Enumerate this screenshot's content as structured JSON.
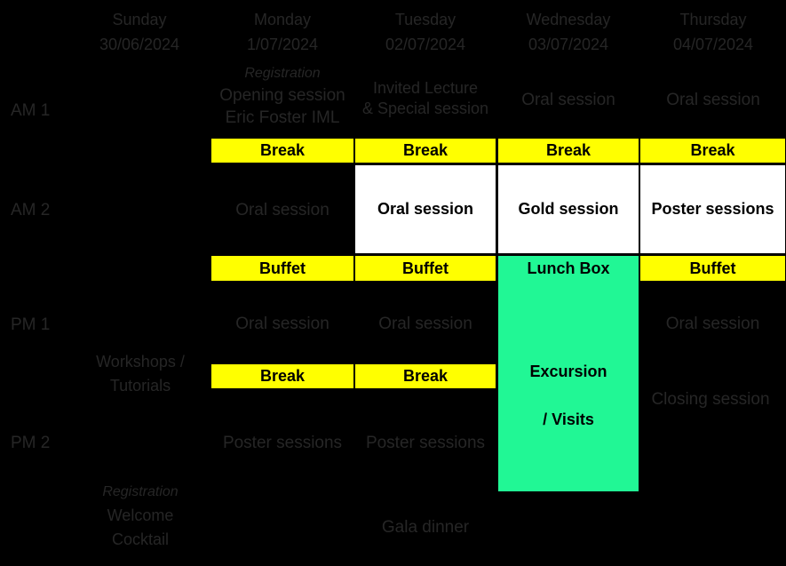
{
  "colors": {
    "background": "#000000",
    "yellow": "#FFFF00",
    "green": "#21F795",
    "white": "#FFFFFF",
    "faint_text": "#262626"
  },
  "row_labels": {
    "am1": "AM 1",
    "am2": "AM 2",
    "pm1": "PM 1",
    "pm2": "PM 2"
  },
  "days": {
    "sunday": {
      "name": "Sunday",
      "date": "30/06/2024"
    },
    "monday": {
      "name": "Monday",
      "date": "1/07/2024"
    },
    "tuesday": {
      "name": "Tuesday",
      "date": "02/07/2024"
    },
    "wednesday": {
      "name": "Wednesday",
      "date": "03/07/2024"
    },
    "thursday": {
      "name": "Thursday",
      "date": "04/07/2024"
    }
  },
  "sunday": {
    "pm": {
      "line1": "Workshops /",
      "line2": "Tutorials"
    },
    "evening": {
      "line1": "Registration",
      "line2": "Welcome",
      "line3": "Cocktail"
    }
  },
  "monday": {
    "am1": {
      "line1": "Registration",
      "line2": "Opening session",
      "line3": "Eric Foster IML"
    },
    "break1": "Break",
    "am2": "Oral session",
    "lunch": "Buffet",
    "pm1": "Oral session",
    "break2": "Break",
    "pm2": "Poster sessions"
  },
  "tuesday": {
    "am1": {
      "line1": "Invited Lecture",
      "line2": "& Special session"
    },
    "break1": "Break",
    "am2": "Oral session",
    "lunch": "Buffet",
    "pm1": "Oral session",
    "break2": "Break",
    "pm2": "Poster sessions",
    "evening": "Gala dinner"
  },
  "wednesday": {
    "am1": "Oral session",
    "break1": "Break",
    "am2": "Gold session",
    "lunch": "Lunch Box",
    "excursion": {
      "line1": "Excursion",
      "line2": "/ Visits"
    }
  },
  "thursday": {
    "am1": "Oral session",
    "break1": "Break",
    "am2": "Poster sessions",
    "lunch": "Buffet",
    "pm1": "Oral session",
    "closing": "Closing session"
  }
}
